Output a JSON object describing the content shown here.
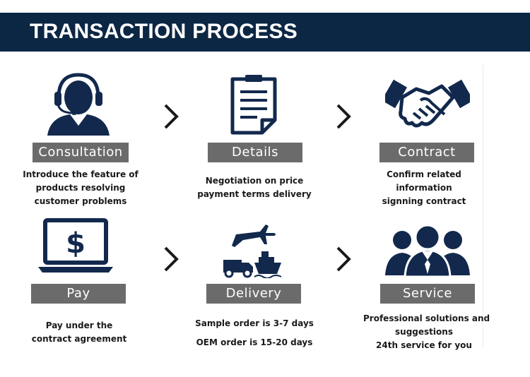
{
  "header": {
    "title": "TRANSACTION PROCESS"
  },
  "colors": {
    "banner": "#0c2744",
    "icon": "#12294d",
    "label_bg": "#6b6b6b"
  },
  "steps": [
    {
      "label": "Consultation",
      "icon": "customer-service-headset-icon",
      "lines": [
        "Introduce the feature of",
        "products resolving",
        "customer problems"
      ]
    },
    {
      "label": "Details",
      "icon": "document-icon",
      "lines": [
        "Negotiation on price",
        "payment terms delivery"
      ]
    },
    {
      "label": "Contract",
      "icon": "handshake-icon",
      "lines": [
        "Confirm related",
        "information",
        "signning contract"
      ]
    },
    {
      "label": "Pay",
      "icon": "laptop-dollar-icon",
      "lines": [
        "Pay under the",
        "contract agreement"
      ]
    },
    {
      "label": "Delivery",
      "icon": "shipping-icon",
      "lines": [
        "Sample order is 3-7 days",
        "OEM order is 15-20 days"
      ]
    },
    {
      "label": "Service",
      "icon": "team-icon",
      "lines": [
        "Professional solutions and",
        "suggestions",
        "24th service for you"
      ]
    }
  ]
}
